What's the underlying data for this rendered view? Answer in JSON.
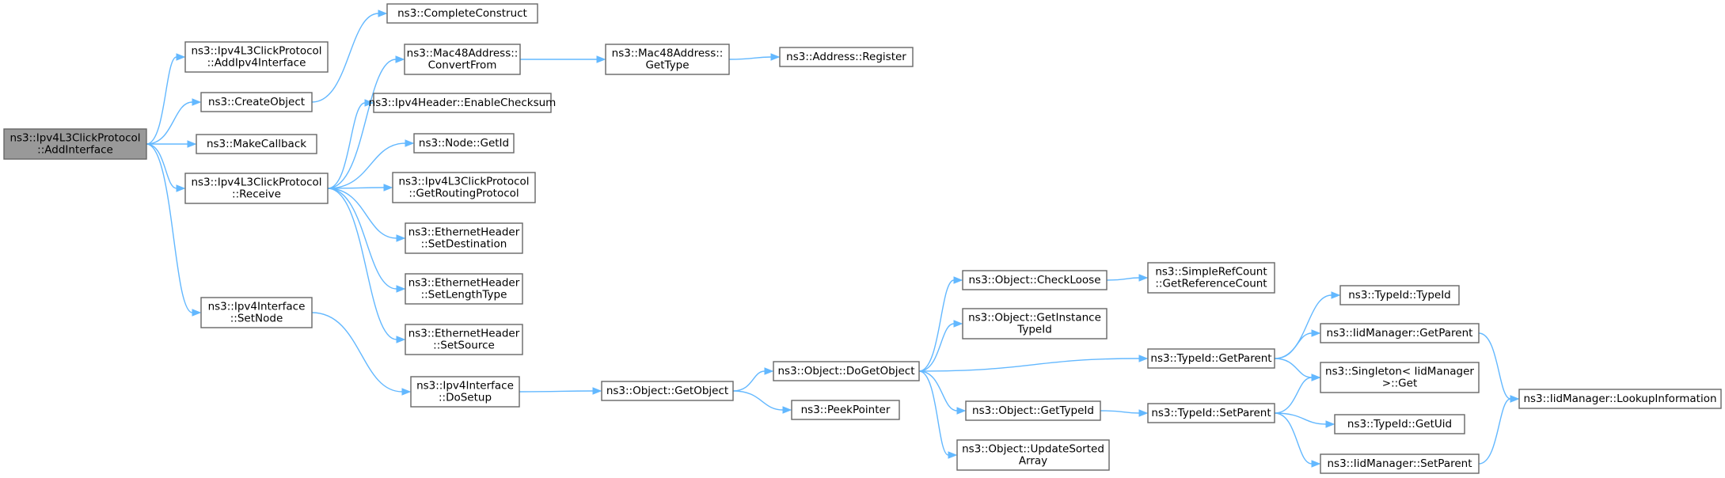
{
  "colors": {
    "edge": "#63b8ff",
    "node_border": "#666666",
    "root_fill": "#999999",
    "node_fill": "#ffffff"
  },
  "nodes": {
    "root": [
      "ns3::Ipv4L3ClickProtocol",
      "::AddInterface"
    ],
    "add_ipv4_interface": [
      "ns3::Ipv4L3ClickProtocol",
      "::AddIpv4Interface"
    ],
    "create_object": [
      "ns3::CreateObject"
    ],
    "make_callback": [
      "ns3::MakeCallback"
    ],
    "receive": [
      "ns3::Ipv4L3ClickProtocol",
      "::Receive"
    ],
    "set_node": [
      "ns3::Ipv4Interface",
      "::SetNode"
    ],
    "complete_construct": [
      "ns3::CompleteConstruct"
    ],
    "mac48_convert_from": [
      "ns3::Mac48Address::",
      "ConvertFrom"
    ],
    "enable_checksum": [
      "ns3::Ipv4Header::EnableChecksum"
    ],
    "node_get_id": [
      "ns3::Node::GetId"
    ],
    "get_routing_protocol": [
      "ns3::Ipv4L3ClickProtocol",
      "::GetRoutingProtocol"
    ],
    "set_destination": [
      "ns3::EthernetHeader",
      "::SetDestination"
    ],
    "set_length_type": [
      "ns3::EthernetHeader",
      "::SetLengthType"
    ],
    "set_source": [
      "ns3::EthernetHeader",
      "::SetSource"
    ],
    "do_setup": [
      "ns3::Ipv4Interface",
      "::DoSetup"
    ],
    "mac48_get_type": [
      "ns3::Mac48Address::",
      "GetType"
    ],
    "address_register": [
      "ns3::Address::Register"
    ],
    "object_get_object": [
      "ns3::Object::GetObject"
    ],
    "peek_pointer": [
      "ns3::PeekPointer"
    ],
    "do_get_object": [
      "ns3::Object::DoGetObject"
    ],
    "check_loose": [
      "ns3::Object::CheckLoose"
    ],
    "get_instance_type_id": [
      "ns3::Object::GetInstance",
      "TypeId"
    ],
    "object_get_type_id": [
      "ns3::Object::GetTypeId"
    ],
    "update_sorted_array": [
      "ns3::Object::UpdateSorted",
      "Array"
    ],
    "get_reference_count": [
      "ns3::SimpleRefCount",
      "::GetReferenceCount"
    ],
    "typeid_get_parent": [
      "ns3::TypeId::GetParent"
    ],
    "typeid_set_parent": [
      "ns3::TypeId::SetParent"
    ],
    "typeid_typeid": [
      "ns3::TypeId::TypeId"
    ],
    "iid_get_parent": [
      "ns3::IidManager::GetParent"
    ],
    "singleton_get": [
      "ns3::Singleton< IidManager",
      ">::Get"
    ],
    "typeid_get_uid": [
      "ns3::TypeId::GetUid"
    ],
    "iid_set_parent": [
      "ns3::IidManager::SetParent"
    ],
    "lookup_information": [
      "ns3::IidManager::LookupInformation"
    ]
  }
}
